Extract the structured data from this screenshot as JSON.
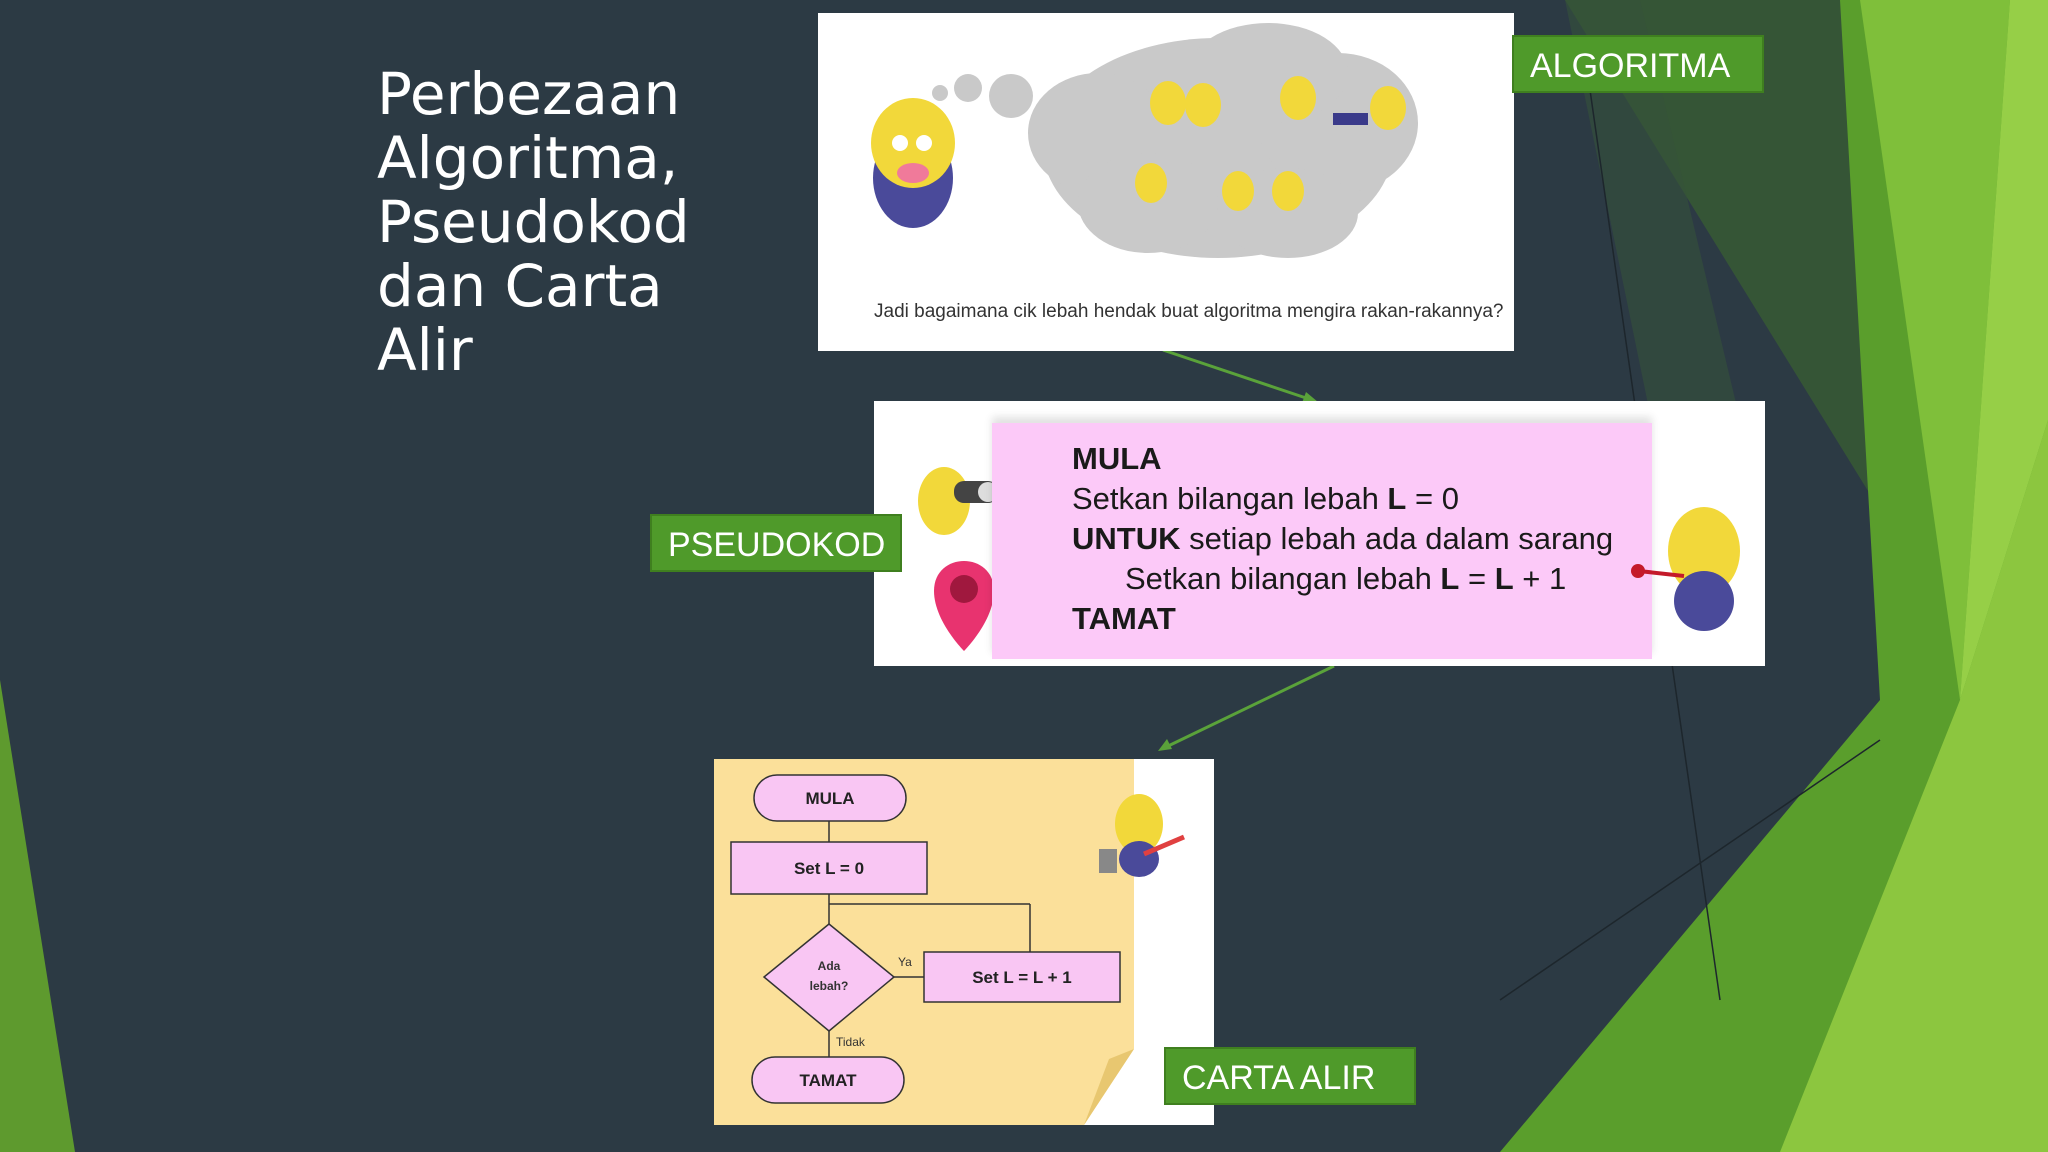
{
  "slide": {
    "title_lines": [
      "Perbezaan",
      "Algoritma,",
      "Pseudokod",
      "dan Carta",
      "Alir"
    ]
  },
  "tags": {
    "algoritma": "ALGORITMA",
    "pseudokod": "PSEUDOKOD",
    "carta_alir": "CARTA ALIR"
  },
  "algorithm_panel": {
    "caption": "Jadi bagaimana cik lebah hendak buat algoritma mengira rakan-rakannya?"
  },
  "pseudocode_panel": {
    "line1_kw": "MULA",
    "line2_text": "Setkan bilangan lebah ",
    "line2_var": "L",
    "line2_rest": " = 0",
    "line3_kw": "UNTUK",
    "line3_rest": " setiap lebah ada dalam sarang",
    "line4_text": "Setkan bilangan lebah ",
    "line4_var1": "L",
    "line4_eq": " = ",
    "line4_var2": "L",
    "line4_rest": " + 1",
    "line5_kw": "TAMAT"
  },
  "flowchart": {
    "start": "MULA",
    "set0": "Set L = 0",
    "decision_line1": "Ada",
    "decision_line2": "lebah?",
    "yes_label": "Ya",
    "no_label": "Tidak",
    "increment": "Set L = L + 1",
    "end": "TAMAT"
  },
  "colors": {
    "background": "#2c3a44",
    "green_tag": "#4f9a2a",
    "pink_box": "#fcc9f8",
    "flowchart_bg": "#fbe09a",
    "flowchart_node": "#f9c6f3",
    "arrow_green": "#5aa23a"
  }
}
